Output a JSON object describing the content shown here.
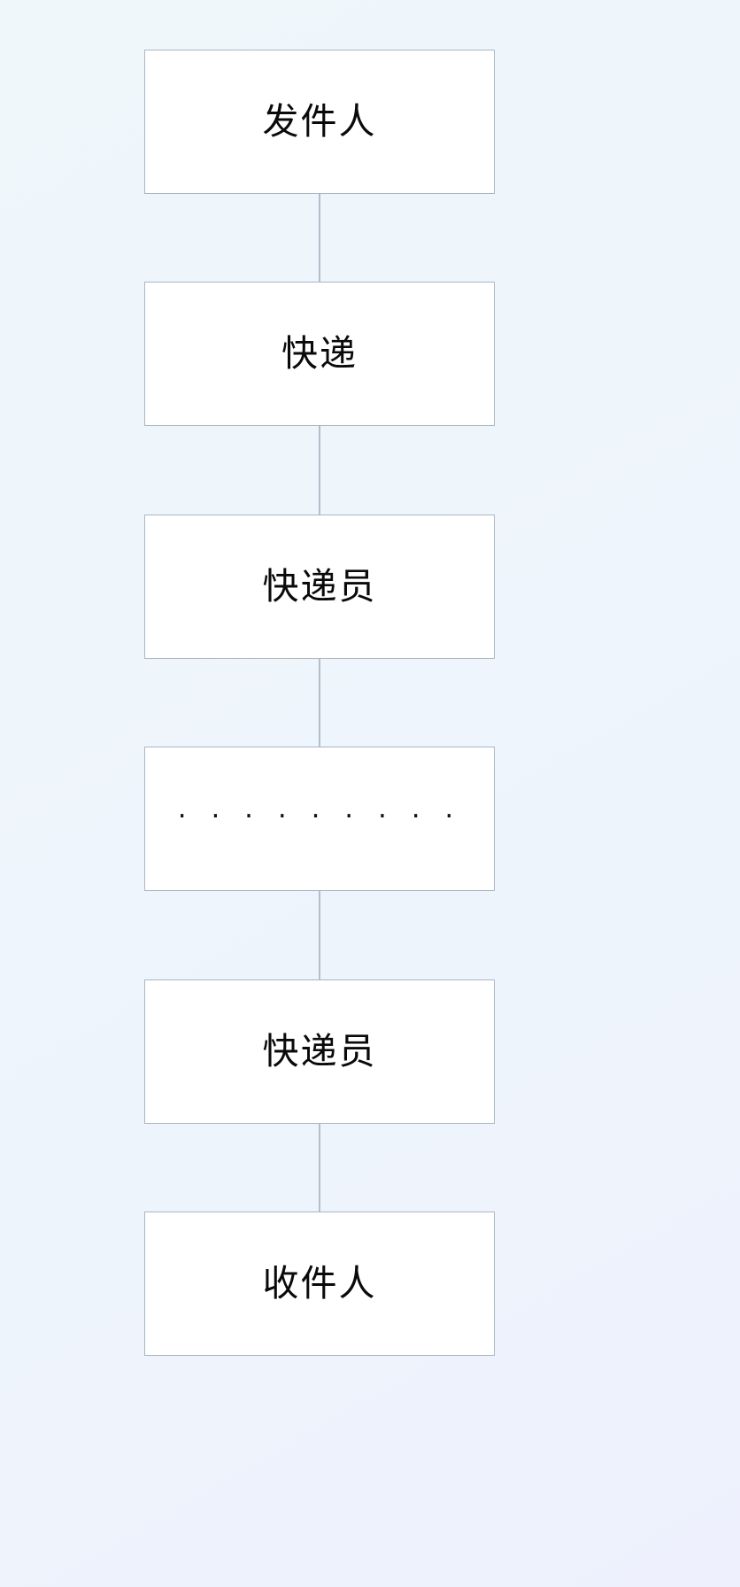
{
  "diagram": {
    "type": "flowchart",
    "orientation": "vertical",
    "title": "",
    "background_color_start": "#eff7fb",
    "background_color_end": "#eef1fd",
    "node_fill_color": "#ffffff",
    "node_border_color": "#aab7c4",
    "connector_color": "#b2bec9",
    "text_color": "#0a0a0a",
    "nodes": [
      {
        "id": "sender",
        "label": "发件人",
        "shape": "rectangle"
      },
      {
        "id": "express",
        "label": "快递",
        "shape": "rectangle"
      },
      {
        "id": "courier-1",
        "label": "快递员",
        "shape": "rectangle"
      },
      {
        "id": "more-steps",
        "label": "· · · · · · · · ·",
        "shape": "rectangle"
      },
      {
        "id": "courier-2",
        "label": "快递员",
        "shape": "rectangle"
      },
      {
        "id": "recipient",
        "label": "收件人",
        "shape": "rectangle"
      }
    ],
    "edges": [
      {
        "from": "sender",
        "to": "express",
        "style": "solid",
        "arrow": "none"
      },
      {
        "from": "express",
        "to": "courier-1",
        "style": "solid",
        "arrow": "none"
      },
      {
        "from": "courier-1",
        "to": "more-steps",
        "style": "solid",
        "arrow": "none"
      },
      {
        "from": "more-steps",
        "to": "courier-2",
        "style": "solid",
        "arrow": "none"
      },
      {
        "from": "courier-2",
        "to": "recipient",
        "style": "solid",
        "arrow": "none"
      }
    ]
  }
}
